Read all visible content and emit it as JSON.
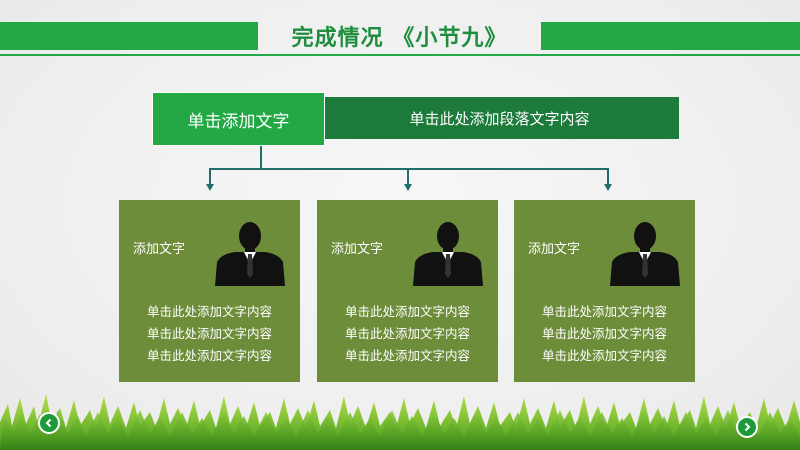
{
  "slide": {
    "title": "完成情况 《小节九》"
  },
  "top": {
    "box_label": "单击添加文字",
    "strip_text": "单击此处添加段落文字内容"
  },
  "cards": [
    {
      "title": "添加文字",
      "lines": [
        "单击此处添加文字内容",
        "单击此处添加文字内容",
        "单击此处添加文字内容"
      ]
    },
    {
      "title": "添加文字",
      "lines": [
        "单击此处添加文字内容",
        "单击此处添加文字内容",
        "单击此处添加文字内容"
      ]
    },
    {
      "title": "添加文字",
      "lines": [
        "单击此处添加文字内容",
        "单击此处添加文字内容",
        "单击此处添加文字内容"
      ]
    }
  ],
  "nav": {
    "prev_icon": "chevron-left-icon",
    "next_icon": "chevron-right-icon"
  },
  "colors": {
    "accent_green": "#22a845",
    "dark_green": "#1c7a3a",
    "card_olive": "#6e8d3b",
    "connector": "#1f6e6a"
  }
}
